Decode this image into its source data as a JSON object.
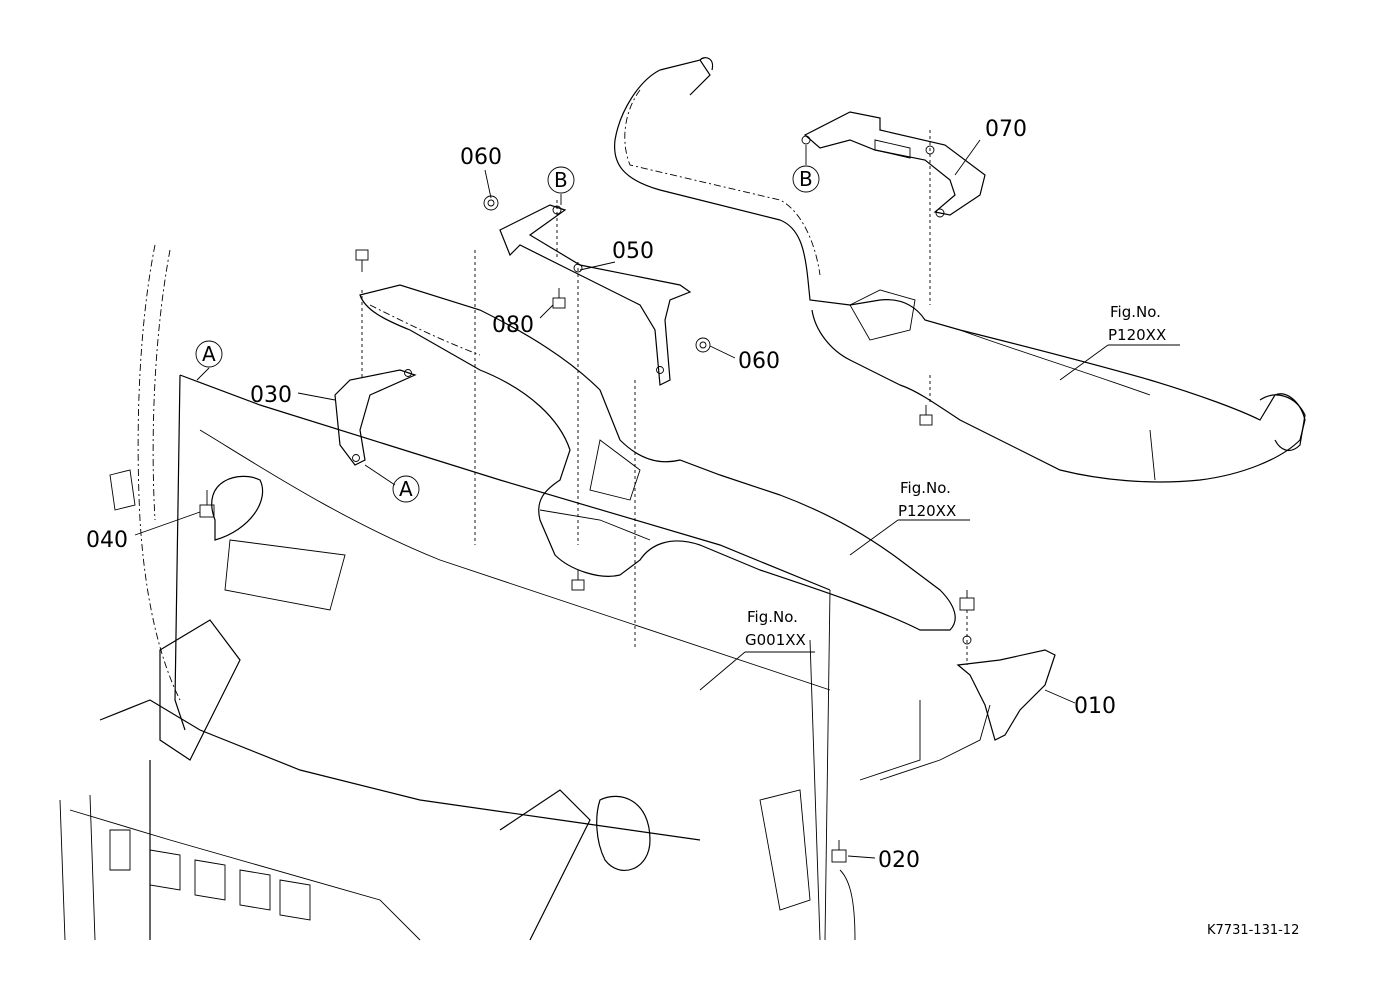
{
  "diagram": {
    "drawing_code": "K7731-131-12",
    "parts": [
      {
        "id": "010",
        "label": "010"
      },
      {
        "id": "020",
        "label": "020"
      },
      {
        "id": "030",
        "label": "030"
      },
      {
        "id": "040",
        "label": "040"
      },
      {
        "id": "050",
        "label": "050"
      },
      {
        "id": "060a",
        "label": "060"
      },
      {
        "id": "060b",
        "label": "060"
      },
      {
        "id": "070",
        "label": "070"
      },
      {
        "id": "080",
        "label": "080"
      }
    ],
    "figure_refs": [
      {
        "title": "Fig.No.",
        "code": "P120XX"
      },
      {
        "title": "Fig.No.",
        "code": "P120XX"
      },
      {
        "title": "Fig.No.",
        "code": "G001XX"
      }
    ],
    "connection_markers": [
      {
        "letter": "A"
      },
      {
        "letter": "A"
      },
      {
        "letter": "B"
      },
      {
        "letter": "B"
      }
    ]
  }
}
